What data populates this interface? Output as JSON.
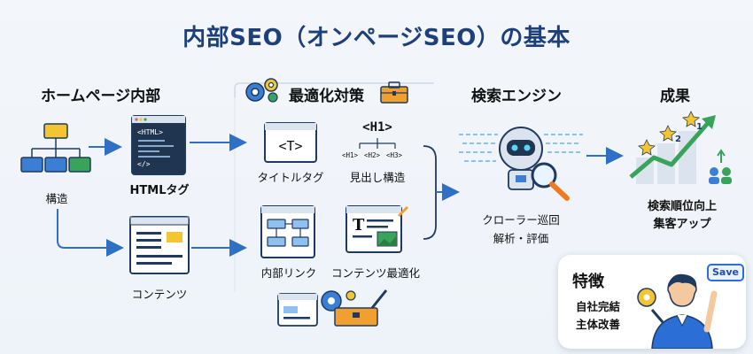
{
  "title": "内部SEO（オンページSEO）の基本",
  "sections": {
    "homepage": {
      "heading": "ホームページ内部",
      "structure_label": "構造",
      "html_label": "HTMLタグ",
      "content_label": "コンテンツ",
      "code_lines": [
        "<HTML>",
        "</>"
      ]
    },
    "optimization": {
      "heading": "最適化対策",
      "title_tag_label": "タイトルタグ",
      "title_tag_icon_text": "<T>",
      "heading_label": "見出し構造",
      "h1": "<H1>",
      "h_sub": [
        "<H1>",
        "<H2>",
        "<H3>"
      ],
      "internal_link_label": "内部リンク",
      "content_opt_label": "コンテンツ最適化",
      "content_opt_icon_text": "T"
    },
    "search_engine": {
      "heading": "検索エンジン",
      "line1": "クローラー巡回",
      "line2": "解析・評価"
    },
    "result": {
      "heading": "成果",
      "line1": "検索順位向上",
      "line2": "集客アップ",
      "rank_labels": [
        "2",
        "1"
      ]
    },
    "feature": {
      "title": "特徴",
      "line1": "自社完結",
      "line2": "主体改善",
      "save": "Save"
    }
  },
  "colors": {
    "title": "#1d3f7a",
    "arrow": "#2f6fc4",
    "green": "#3aa35b",
    "yellow": "#f3c533",
    "blue": "#3a7fd4",
    "dark": "#1f3a5f"
  }
}
